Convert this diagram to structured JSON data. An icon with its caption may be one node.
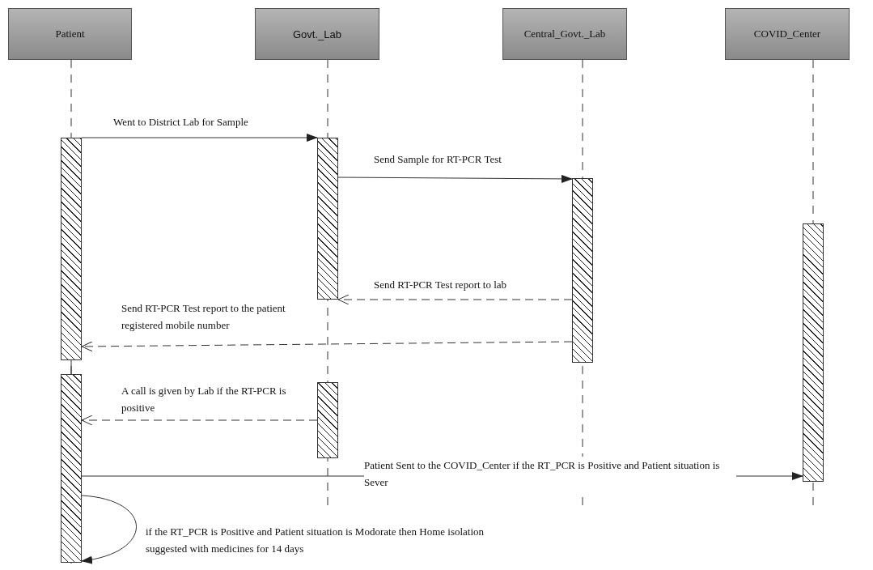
{
  "diagram": {
    "nodes": [
      {
        "text": [
          "Patient"
        ]
      },
      {
        "text": [
          "Govt._Lab"
        ]
      },
      {
        "text": [
          "Central_Govt._Lab"
        ]
      },
      {
        "text": [
          "COVID_Center"
        ]
      },
      {
        "text": [],
        "shape": "bar"
      },
      {
        "text": [],
        "shape": "bar"
      },
      {
        "text": [],
        "shape": "bar"
      },
      {
        "text": [],
        "shape": "bar"
      },
      {
        "text": [],
        "shape": "bar"
      },
      {
        "text": [],
        "shape": "bar"
      }
    ],
    "edges": [
      {
        "from": 4,
        "to": 6,
        "arrow": "to",
        "label": "Went to District Lab for Sample"
      },
      {
        "from": 6,
        "to": 8,
        "arrow": "to",
        "label": "Send Sample for RT-PCR Test"
      },
      {
        "from": 8,
        "to": 6,
        "arrow": "to",
        "style": "dashed",
        "label": "Send RT-PCR Test report to lab"
      },
      {
        "from": 8,
        "to": 4,
        "arrow": "to",
        "style": "dashed",
        "label": "Send RT-PCR Test report to the patient registered mobile number"
      },
      {
        "from": 7,
        "to": 5,
        "arrow": "to",
        "style": "dashed",
        "label": "A call is given by Lab if the RT-PCR is positive"
      },
      {
        "from": 5,
        "to": 9,
        "arrow": "to",
        "label": "Patient Sent to the COVID_Center if the RT_PCR is Positive and Patient situation is Sever"
      },
      {
        "from": 5,
        "to": 5,
        "arrow": "to",
        "label": "if the RT_PCR is Positive and Patient situation is Modorate then Home isolation suggested with medicines for 14 days"
      }
    ]
  }
}
